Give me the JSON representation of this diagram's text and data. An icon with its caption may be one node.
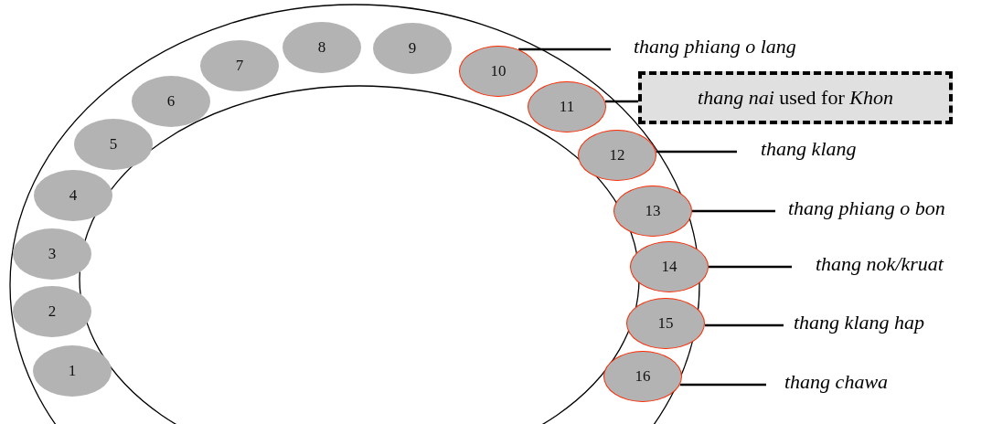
{
  "diagram": {
    "nodes": [
      {
        "text": [
          "1"
        ]
      },
      {
        "text": [
          "2"
        ]
      },
      {
        "text": [
          "3"
        ]
      },
      {
        "text": [
          "4"
        ]
      },
      {
        "text": [
          "5"
        ]
      },
      {
        "text": [
          "6"
        ]
      },
      {
        "text": [
          "7"
        ]
      },
      {
        "text": [
          "8"
        ]
      },
      {
        "text": [
          "9"
        ]
      },
      {
        "text": [
          "10"
        ]
      },
      {
        "text": [
          "11"
        ]
      },
      {
        "text": [
          "12"
        ]
      },
      {
        "text": [
          "13"
        ]
      },
      {
        "text": [
          "14"
        ]
      },
      {
        "text": [
          "15"
        ]
      },
      {
        "text": [
          "16"
        ]
      },
      {
        "text": [
          "thang phiang o lang"
        ]
      },
      {
        "text": [
          "*thang nai* used for *Khon*"
        ]
      },
      {
        "text": [
          "thang klang"
        ]
      },
      {
        "text": [
          "thang phiang o bon"
        ]
      },
      {
        "text": [
          "thang nok/kruat"
        ]
      },
      {
        "text": [
          "thang klang hap"
        ]
      },
      {
        "text": [
          "thang chawa"
        ]
      }
    ],
    "edges": [
      {
        "from": 16,
        "to": 9,
        "arrow": "none"
      },
      {
        "from": 17,
        "to": 10,
        "arrow": "none"
      },
      {
        "from": 18,
        "to": 11,
        "arrow": "none"
      },
      {
        "from": 19,
        "to": 12,
        "arrow": "none"
      },
      {
        "from": 20,
        "to": 13,
        "arrow": "none"
      },
      {
        "from": 21,
        "to": 14,
        "arrow": "none"
      },
      {
        "from": 22,
        "to": 15,
        "arrow": "none"
      }
    ]
  }
}
